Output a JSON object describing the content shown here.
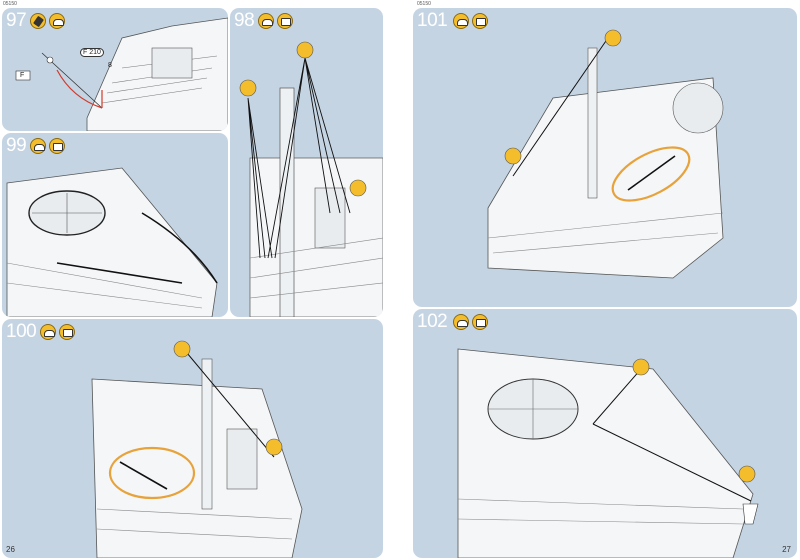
{
  "header": {
    "left_code": "05150",
    "right_code": "05150"
  },
  "steps": [
    {
      "number": "97",
      "icons": [
        "tool-icon",
        "glue-icon"
      ],
      "labels": {
        "part_a": "F",
        "part_b": "F 210",
        "part_c": "8"
      }
    },
    {
      "number": "98",
      "icons": [
        "thread-icon",
        "paint-icon"
      ]
    },
    {
      "number": "99",
      "icons": [
        "thread-icon",
        "paint-icon"
      ]
    },
    {
      "number": "100",
      "icons": [
        "thread-icon",
        "paint-icon"
      ]
    },
    {
      "number": "101",
      "icons": [
        "thread-icon",
        "paint-icon"
      ]
    },
    {
      "number": "102",
      "icons": [
        "thread-icon",
        "paint-icon"
      ]
    }
  ],
  "page_numbers": {
    "left": "26",
    "right": "27"
  },
  "colors": {
    "panel": "#c5d4e3",
    "callout": "#f3bd2c",
    "highlight_ring": "#e8a23a"
  }
}
